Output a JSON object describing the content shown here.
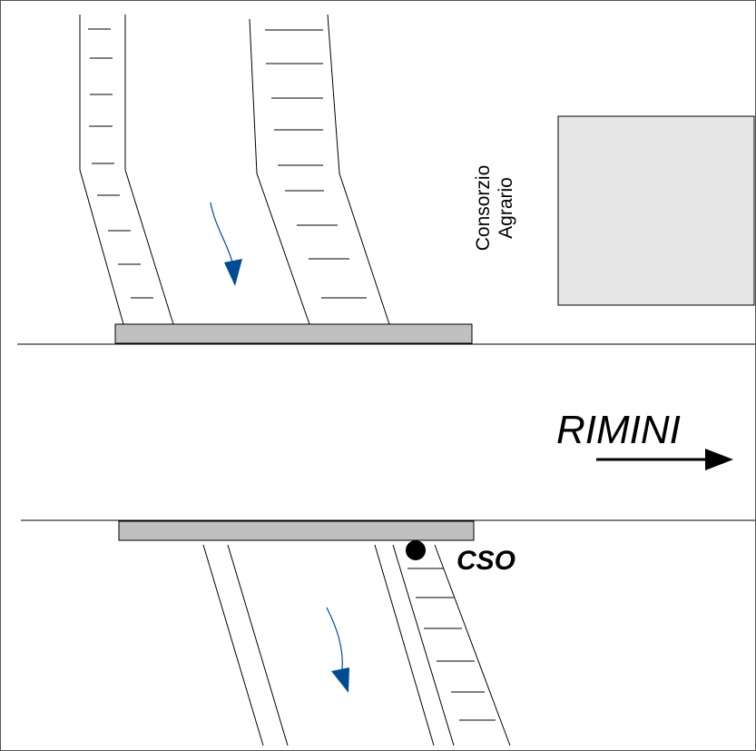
{
  "labels": {
    "building": "Consorzio\nAgrario",
    "direction": "RIMINI",
    "outfall": "CSO"
  },
  "colors": {
    "line": "#000000",
    "bridge_fill": "#c0c0c0",
    "building_fill": "#e6e6e6",
    "flow_arrow": "#004b93",
    "outfall_marker": "#000000"
  },
  "icons": {
    "flow_arrow": "curved-flow-arrow",
    "direction_arrow": "right-arrow",
    "outfall_marker": "filled-circle"
  }
}
